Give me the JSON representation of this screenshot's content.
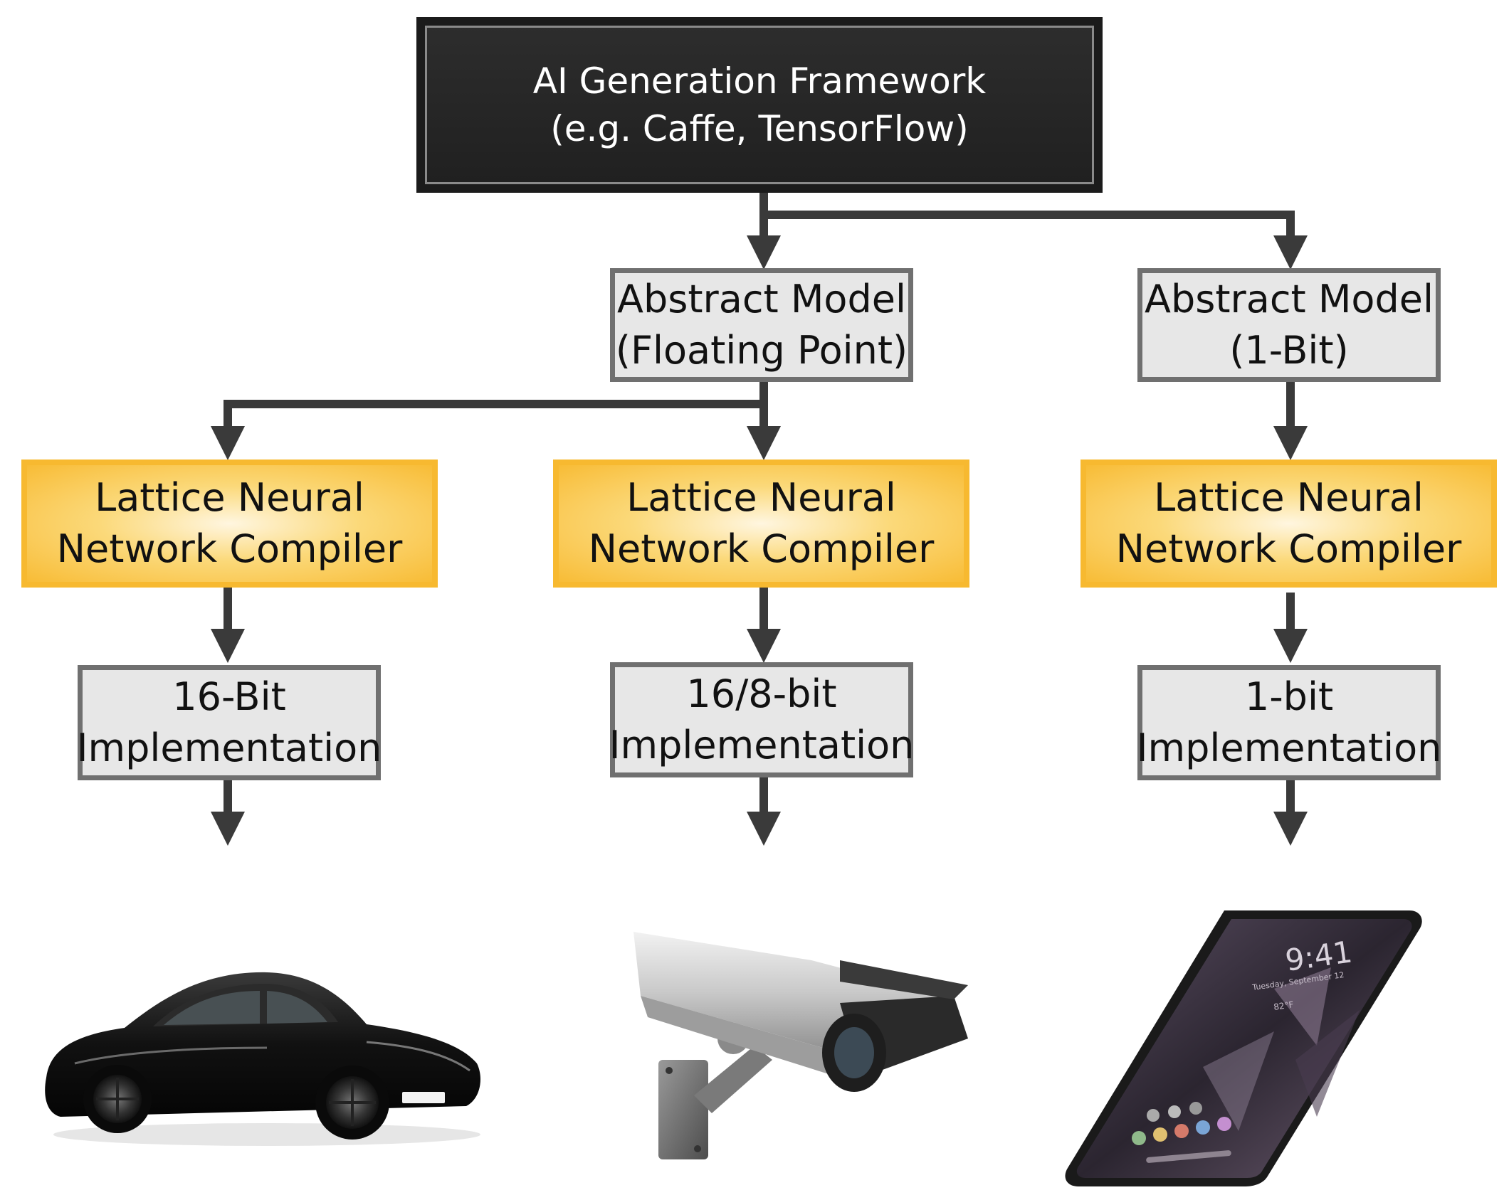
{
  "framework": {
    "line1": "AI Generation Framework",
    "line2": "(e.g. Caffe, TensorFlow)"
  },
  "abstract_models": [
    {
      "line1": "Abstract Model",
      "line2": "(Floating Point)"
    },
    {
      "line1": "Abstract Model",
      "line2": "(1-Bit)"
    }
  ],
  "compilers": [
    {
      "line1": "Lattice Neural",
      "line2": "Network Compiler"
    },
    {
      "line1": "Lattice Neural",
      "line2": "Network Compiler"
    },
    {
      "line1": "Lattice Neural",
      "line2": "Network Compiler"
    }
  ],
  "implementations": [
    {
      "line1": "16-Bit",
      "line2": "Implementation"
    },
    {
      "line1": "16/8-bit",
      "line2": "Implementation"
    },
    {
      "line1": "1-bit",
      "line2": "Implementation"
    }
  ],
  "devices": [
    {
      "icon": "sports-car-icon"
    },
    {
      "icon": "security-camera-icon"
    },
    {
      "icon": "smartphone-icon"
    }
  ],
  "phone_screen": {
    "time": "9:41",
    "date": "Tuesday, September 12",
    "weather": "82°F"
  },
  "colors": {
    "framework_bg": "#1b1b1b",
    "gray_box_bg": "#e7e7e7",
    "gray_box_border": "#707070",
    "compiler_orange": "#f8bc36",
    "arrow": "#3a3a3a"
  }
}
